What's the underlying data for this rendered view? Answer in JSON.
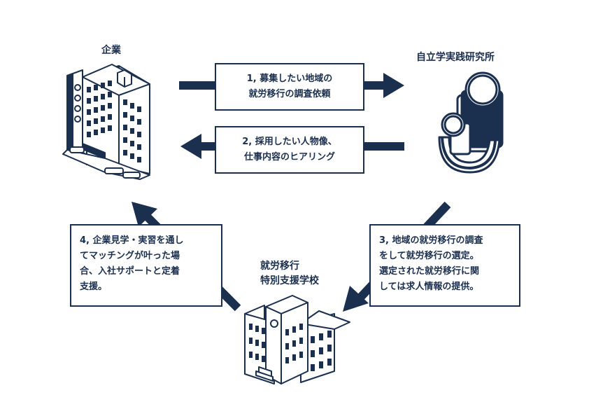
{
  "colors": {
    "navy": "#1b2f4e",
    "white": "#ffffff"
  },
  "nodes": {
    "company": {
      "label": "企業"
    },
    "institute": {
      "label": "自立学実践研究所"
    },
    "school": {
      "lines": [
        "就労移行",
        "特別支援学校"
      ]
    }
  },
  "steps": [
    {
      "lines": [
        "1, 募集したい地域の",
        "就労移行の調査依頼"
      ]
    },
    {
      "lines": [
        "2, 採用したい人物像、",
        "仕事内容のヒアリング"
      ]
    },
    {
      "lines": [
        "3, 地域の就労移行の調査",
        "をして就労移行の選定。",
        "選定された就労移行に関",
        "しては求人情報の提供。"
      ]
    },
    {
      "lines": [
        "4, 企業見学・実習を通し",
        "てマッチングが叶った場",
        "合、入社サポートと定着",
        "支援。"
      ]
    }
  ],
  "icons": [
    "office-building-icon",
    "institute-logo-icon",
    "school-building-icon"
  ]
}
